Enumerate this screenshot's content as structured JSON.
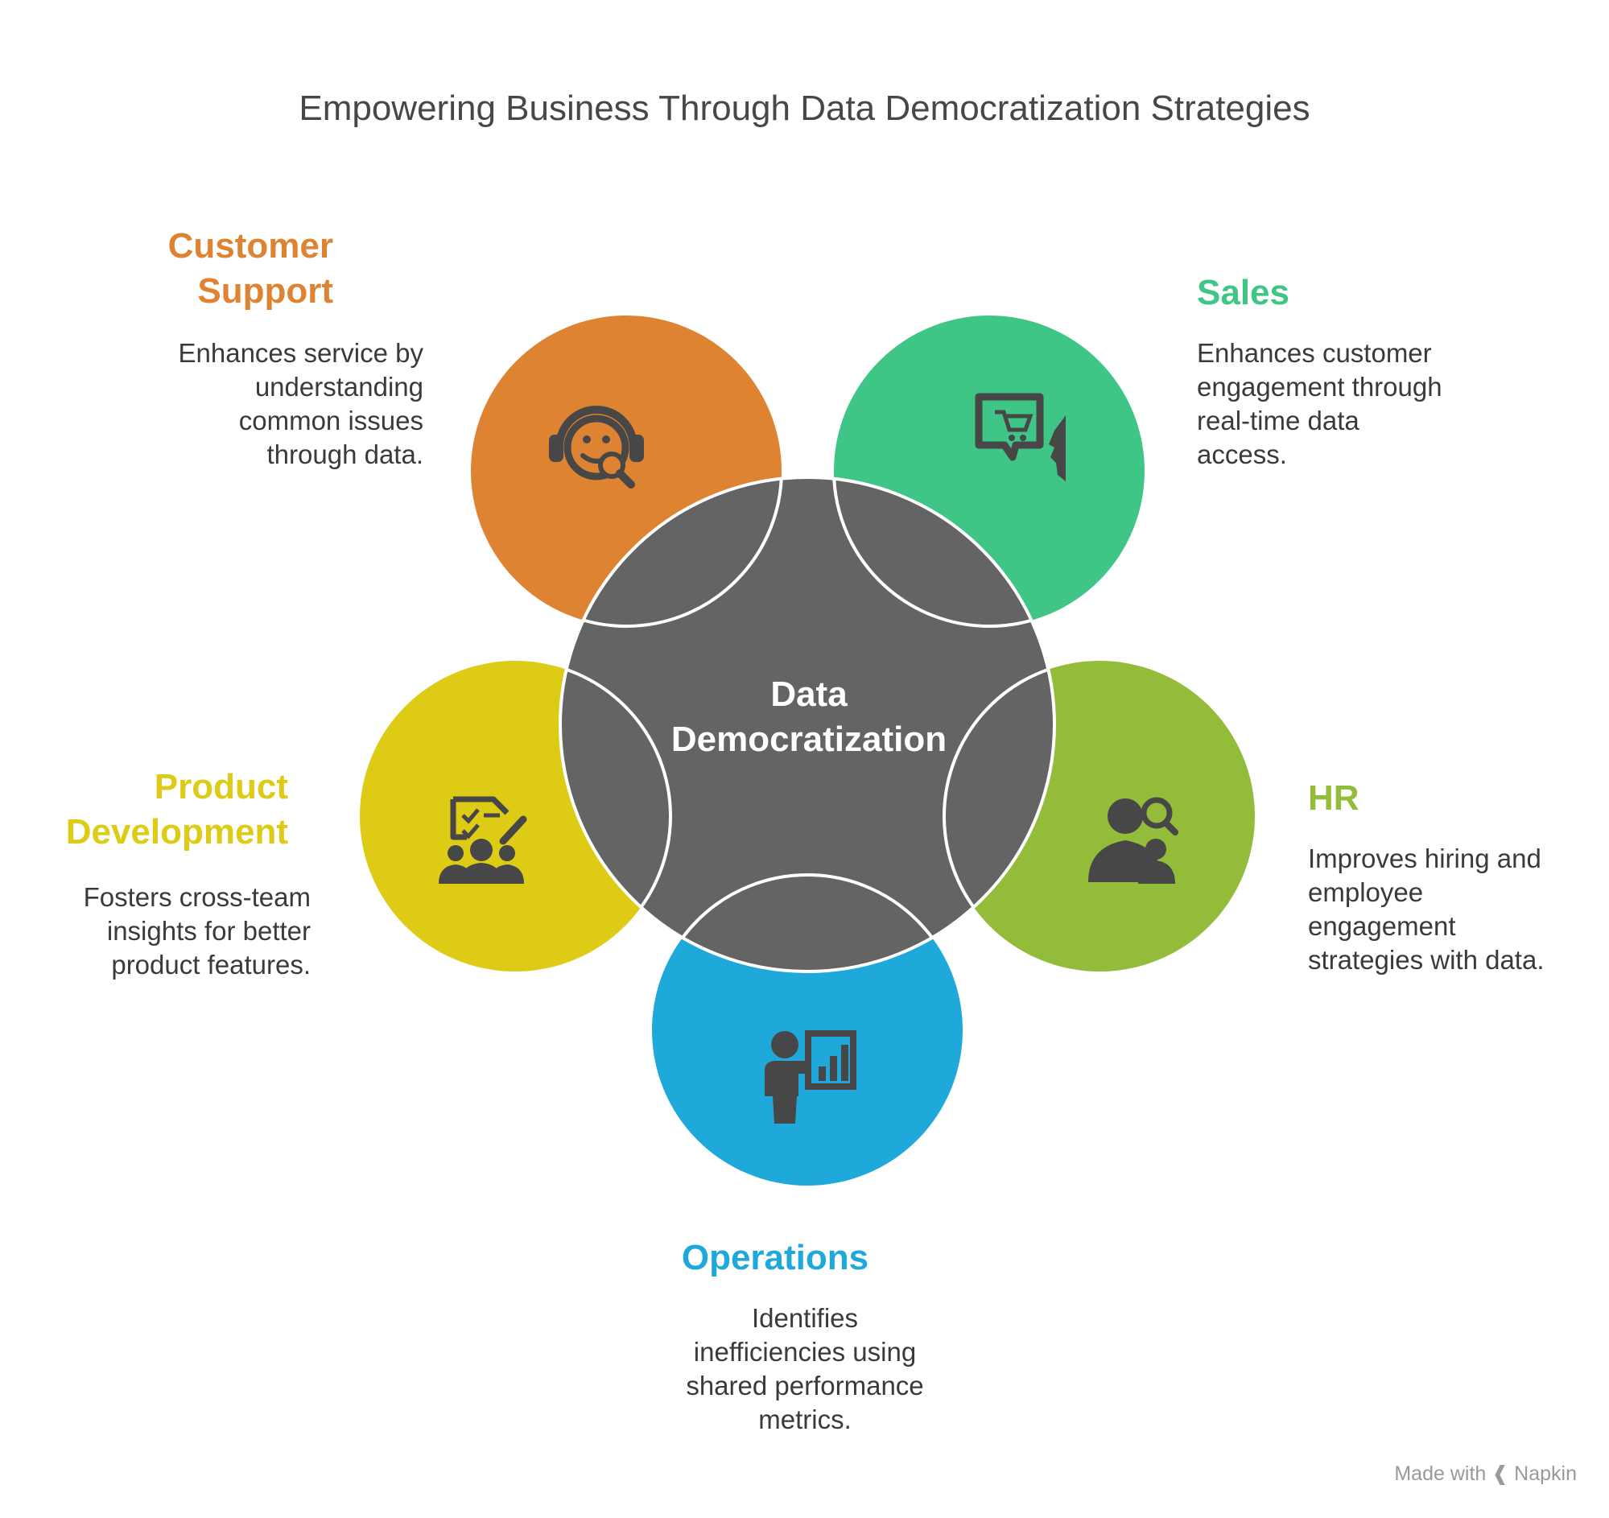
{
  "title": "Empowering Business Through Data Democratization Strategies",
  "center": {
    "line1": "Data",
    "line2": "Democratization"
  },
  "segments": [
    {
      "id": "customer-support",
      "title_lines": [
        "Customer",
        "Support"
      ],
      "color": "#DD8331",
      "icon": "headset-search-icon",
      "description": [
        "Enhances service by",
        "understanding",
        "common issues",
        "through data."
      ]
    },
    {
      "id": "sales",
      "title_lines": [
        "Sales"
      ],
      "color": "#3FC585",
      "icon": "shopping-cart-chat-icon",
      "description": [
        "Enhances customer",
        "engagement through",
        "real-time data",
        "access."
      ]
    },
    {
      "id": "hr",
      "title_lines": [
        "HR"
      ],
      "color": "#93BC3B",
      "icon": "people-search-icon",
      "description": [
        "Improves hiring and",
        "employee",
        "engagement",
        "strategies with data."
      ]
    },
    {
      "id": "operations",
      "title_lines": [
        "Operations"
      ],
      "color": "#1FA9DA",
      "icon": "presenter-chart-icon",
      "description": [
        "Identifies",
        "inefficiencies using",
        "shared performance",
        "metrics."
      ]
    },
    {
      "id": "product-development",
      "title_lines": [
        "Product",
        "Development"
      ],
      "color": "#DDCB16",
      "icon": "team-checklist-icon",
      "description": [
        "Fosters cross-team",
        "insights for better",
        "product features."
      ]
    }
  ],
  "center_color": "#646464",
  "footer": {
    "made_with": "Made with",
    "brand": "Napkin"
  }
}
